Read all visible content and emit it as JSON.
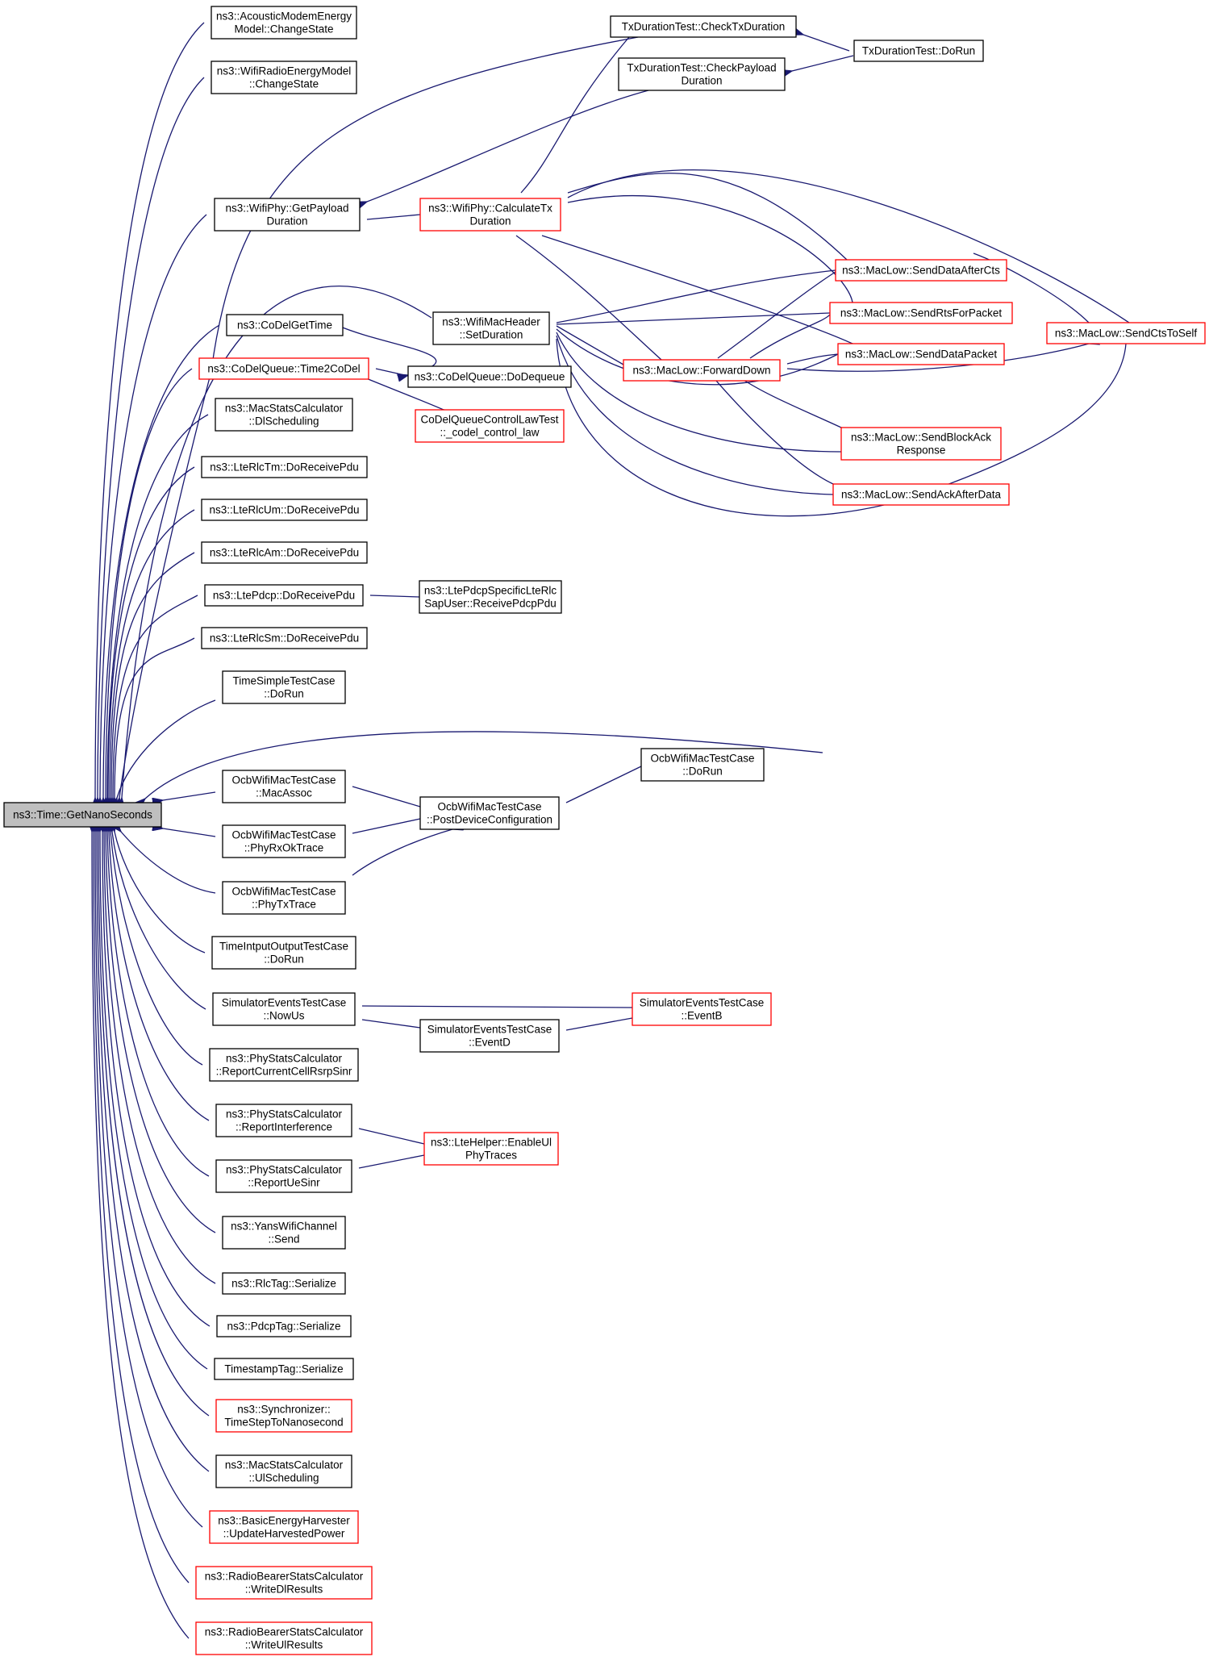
{
  "colors": {
    "edge": "#191970",
    "arrow": "#191970",
    "black_border": "#000000",
    "red_border": "#ff0000",
    "root_fill": "#bfbfbf"
  },
  "nodes": [
    {
      "id": "root",
      "lines": [
        "ns3::Time::GetNanoSeconds"
      ],
      "border": "black",
      "root": true
    },
    {
      "id": "acoustic",
      "lines": [
        "ns3::AcousticModemEnergy",
        "Model::ChangeState"
      ],
      "border": "black"
    },
    {
      "id": "wifiradio",
      "lines": [
        "ns3::WifiRadioEnergyModel",
        "::ChangeState"
      ],
      "border": "black"
    },
    {
      "id": "getpayload",
      "lines": [
        "ns3::WifiPhy::GetPayload",
        "Duration"
      ],
      "border": "black"
    },
    {
      "id": "codelgettime",
      "lines": [
        "ns3::CoDelGetTime"
      ],
      "border": "black"
    },
    {
      "id": "time2codel",
      "lines": [
        "ns3::CoDelQueue::Time2CoDel"
      ],
      "border": "red"
    },
    {
      "id": "macdl",
      "lines": [
        "ns3::MacStatsCalculator",
        "::DlScheduling"
      ],
      "border": "black"
    },
    {
      "id": "rlctm",
      "lines": [
        "ns3::LteRlcTm::DoReceivePdu"
      ],
      "border": "black"
    },
    {
      "id": "rlcum",
      "lines": [
        "ns3::LteRlcUm::DoReceivePdu"
      ],
      "border": "black"
    },
    {
      "id": "rlcam",
      "lines": [
        "ns3::LteRlcAm::DoReceivePdu"
      ],
      "border": "black"
    },
    {
      "id": "pdcp",
      "lines": [
        "ns3::LtePdcp::DoReceivePdu"
      ],
      "border": "black"
    },
    {
      "id": "rlcsm",
      "lines": [
        "ns3::LteRlcSm::DoReceivePdu"
      ],
      "border": "black"
    },
    {
      "id": "timesimple",
      "lines": [
        "TimeSimpleTestCase",
        "::DoRun"
      ],
      "border": "black"
    },
    {
      "id": "ocbassoc",
      "lines": [
        "OcbWifiMacTestCase",
        "::MacAssoc"
      ],
      "border": "black"
    },
    {
      "id": "ocbphyrx",
      "lines": [
        "OcbWifiMacTestCase",
        "::PhyRxOkTrace"
      ],
      "border": "black"
    },
    {
      "id": "ocbphytx",
      "lines": [
        "OcbWifiMacTestCase",
        "::PhyTxTrace"
      ],
      "border": "black"
    },
    {
      "id": "timeio",
      "lines": [
        "TimeIntputOutputTestCase",
        "::DoRun"
      ],
      "border": "black"
    },
    {
      "id": "simnowus",
      "lines": [
        "SimulatorEventsTestCase",
        "::NowUs"
      ],
      "border": "black"
    },
    {
      "id": "phyrsrp",
      "lines": [
        "ns3::PhyStatsCalculator",
        "::ReportCurrentCellRsrpSinr"
      ],
      "border": "black"
    },
    {
      "id": "phyinterf",
      "lines": [
        "ns3::PhyStatsCalculator",
        "::ReportInterference"
      ],
      "border": "black"
    },
    {
      "id": "phyuesinr",
      "lines": [
        "ns3::PhyStatsCalculator",
        "::ReportUeSinr"
      ],
      "border": "black"
    },
    {
      "id": "yans",
      "lines": [
        "ns3::YansWifiChannel",
        "::Send"
      ],
      "border": "black"
    },
    {
      "id": "rlctag",
      "lines": [
        "ns3::RlcTag::Serialize"
      ],
      "border": "black"
    },
    {
      "id": "pdcptag",
      "lines": [
        "ns3::PdcpTag::Serialize"
      ],
      "border": "black"
    },
    {
      "id": "timestamptag",
      "lines": [
        "TimestampTag::Serialize"
      ],
      "border": "black"
    },
    {
      "id": "synchronizer",
      "lines": [
        "ns3::Synchronizer::",
        "TimeStepToNanosecond"
      ],
      "border": "red"
    },
    {
      "id": "macul",
      "lines": [
        "ns3::MacStatsCalculator",
        "::UlScheduling"
      ],
      "border": "black"
    },
    {
      "id": "basicenergy",
      "lines": [
        "ns3::BasicEnergyHarvester",
        "::UpdateHarvestedPower"
      ],
      "border": "red"
    },
    {
      "id": "rbwritedl",
      "lines": [
        "ns3::RadioBearerStatsCalculator",
        "::WriteDlResults"
      ],
      "border": "red"
    },
    {
      "id": "rbwriteul",
      "lines": [
        "ns3::RadioBearerStatsCalculator",
        "::WriteUlResults"
      ],
      "border": "red"
    },
    {
      "id": "calctx",
      "lines": [
        "ns3::WifiPhy::CalculateTx",
        "Duration"
      ],
      "border": "red"
    },
    {
      "id": "setduration",
      "lines": [
        "ns3::WifiMacHeader",
        "::SetDuration"
      ],
      "border": "black"
    },
    {
      "id": "codeldequeue",
      "lines": [
        "ns3::CoDelQueue::DoDequeue"
      ],
      "border": "black"
    },
    {
      "id": "codellaw",
      "lines": [
        "CoDelQueueControlLawTest",
        "::_codel_control_law"
      ],
      "border": "red"
    },
    {
      "id": "pdcpspecific",
      "lines": [
        "ns3::LtePdcpSpecificLteRlc",
        "SapUser::ReceivePdcpPdu"
      ],
      "border": "black"
    },
    {
      "id": "ocbpostdev",
      "lines": [
        "OcbWifiMacTestCase",
        "::PostDeviceConfiguration"
      ],
      "border": "black"
    },
    {
      "id": "simeventd",
      "lines": [
        "SimulatorEventsTestCase",
        "::EventD"
      ],
      "border": "black"
    },
    {
      "id": "ltehelper",
      "lines": [
        "ns3::LteHelper::EnableUl",
        "PhyTraces"
      ],
      "border": "red"
    },
    {
      "id": "checktx",
      "lines": [
        "TxDurationTest::CheckTxDuration"
      ],
      "border": "black"
    },
    {
      "id": "checkpayload",
      "lines": [
        "TxDurationTest::CheckPayload",
        "Duration"
      ],
      "border": "black"
    },
    {
      "id": "txdorun",
      "lines": [
        "TxDurationTest::DoRun"
      ],
      "border": "black"
    },
    {
      "id": "forwarddown",
      "lines": [
        "ns3::MacLow::ForwardDown"
      ],
      "border": "red"
    },
    {
      "id": "senddataaftercts",
      "lines": [
        "ns3::MacLow::SendDataAfterCts"
      ],
      "border": "red"
    },
    {
      "id": "sendrts",
      "lines": [
        "ns3::MacLow::SendRtsForPacket"
      ],
      "border": "red"
    },
    {
      "id": "senddatapacket",
      "lines": [
        "ns3::MacLow::SendDataPacket"
      ],
      "border": "red"
    },
    {
      "id": "sendblockack",
      "lines": [
        "ns3::MacLow::SendBlockAck",
        "Response"
      ],
      "border": "red"
    },
    {
      "id": "sendackafter",
      "lines": [
        "ns3::MacLow::SendAckAfterData"
      ],
      "border": "red"
    },
    {
      "id": "sendcts",
      "lines": [
        "ns3::MacLow::SendCtsToSelf"
      ],
      "border": "red"
    },
    {
      "id": "ocbdorun",
      "lines": [
        "OcbWifiMacTestCase",
        "::DoRun"
      ],
      "border": "black"
    },
    {
      "id": "simeventb",
      "lines": [
        "SimulatorEventsTestCase",
        "::EventB"
      ],
      "border": "red"
    }
  ]
}
